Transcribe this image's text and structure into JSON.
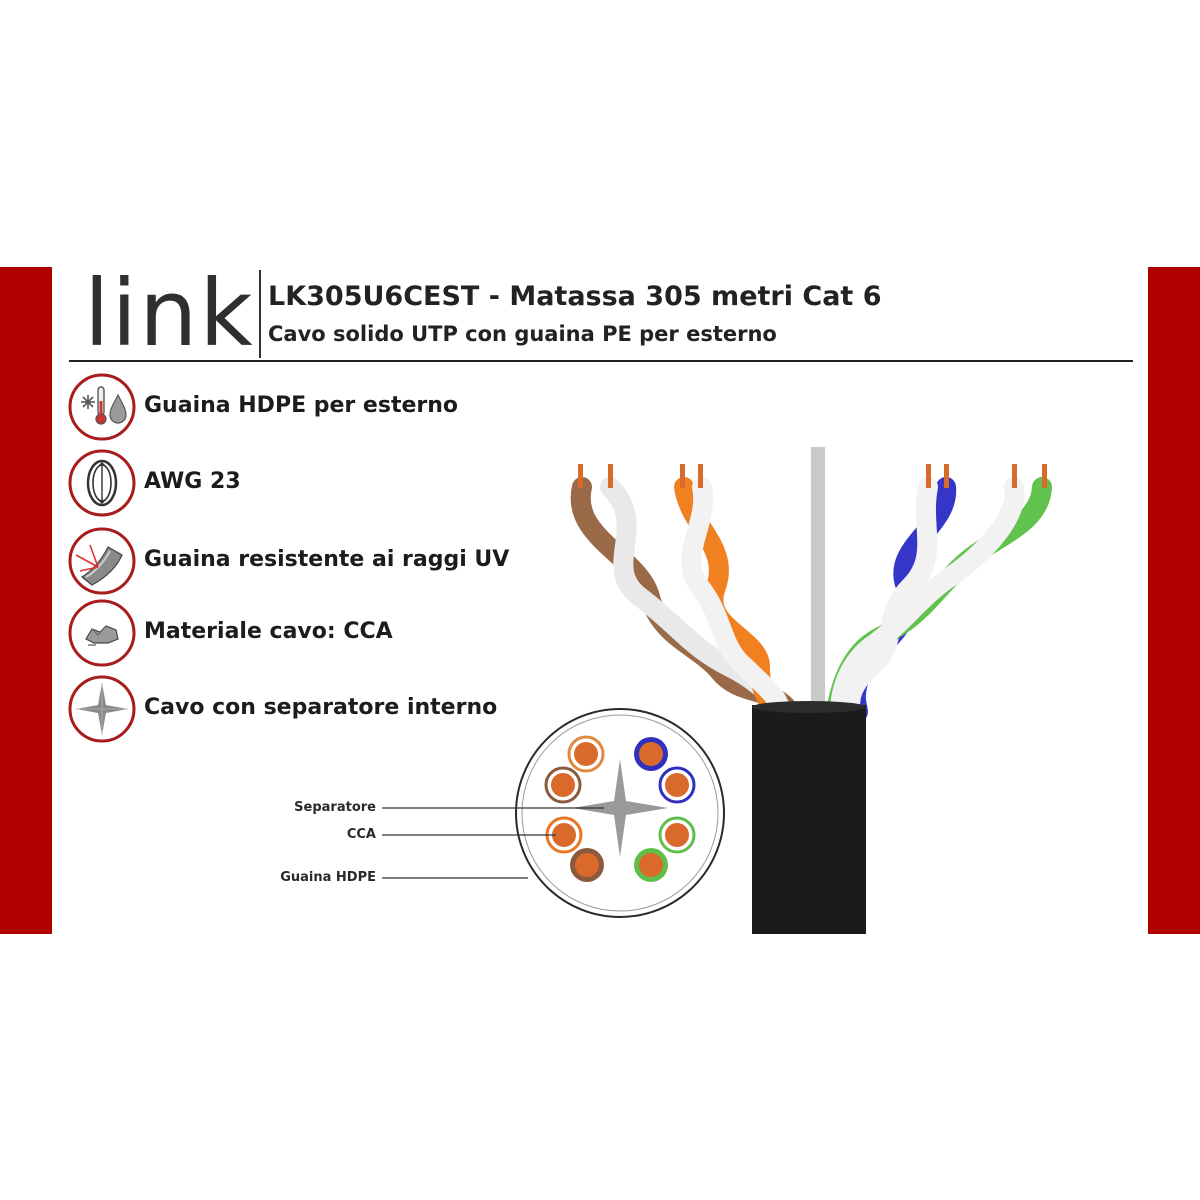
{
  "brand": {
    "logo_text": "link"
  },
  "header": {
    "title": "LK305U6CEST - Matassa 305 metri Cat 6",
    "subtitle": "Cavo solido UTP con guaina PE per esterno"
  },
  "features": [
    {
      "icon": "weather-resistant-icon",
      "label": "Guaina HDPE per esterno"
    },
    {
      "icon": "wire-gauge-icon",
      "label": "AWG 23"
    },
    {
      "icon": "uv-resistant-icon",
      "label": "Guaina resistente ai raggi UV"
    },
    {
      "icon": "material-icon",
      "label": "Materiale cavo: CCA"
    },
    {
      "icon": "separator-star-icon",
      "label": "Cavo con separatore interno"
    }
  ],
  "cross_section": {
    "callouts": [
      {
        "label": "Separatore"
      },
      {
        "label": "CCA"
      },
      {
        "label": "Guaina HDPE"
      }
    ]
  },
  "colors": {
    "accent_red": "#b00000",
    "jacket_black": "#1a1a1a",
    "copper": "#d96a2b",
    "pair_brown": "#8b5a3c",
    "pair_orange": "#e87722",
    "pair_blue": "#3030c0",
    "pair_green": "#5fbf4a"
  }
}
